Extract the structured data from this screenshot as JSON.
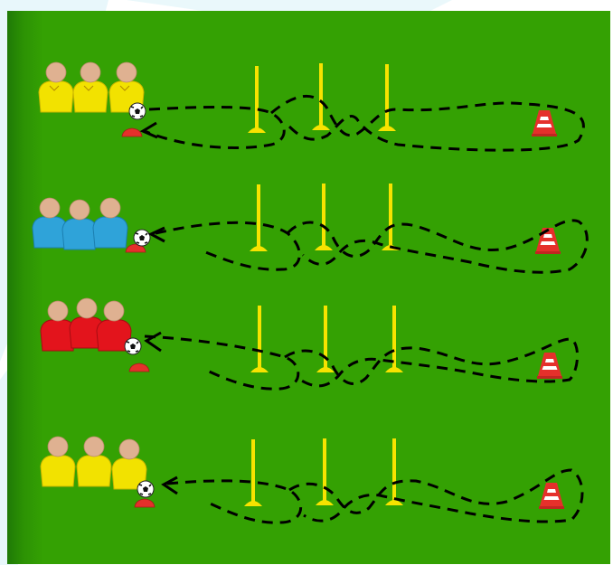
{
  "colors": {
    "pitch": "#34a103",
    "backdrop_tint": "#e4f6fb",
    "path": "#000000",
    "pole": "#f7e300",
    "cone_red": "#e5302b",
    "cone_white": "#ffffff",
    "skin": "#dfb191"
  },
  "drill": {
    "stations": [
      {
        "id": "station-1",
        "team_color": "#f2e200",
        "team_stroke": "#c9b500",
        "shirt_style": "referee-collar"
      },
      {
        "id": "station-2",
        "team_color": "#2fa3d9",
        "team_stroke": "#1b7fb0",
        "shirt_style": "plain"
      },
      {
        "id": "station-3",
        "team_color": "#e3141c",
        "team_stroke": "#a60d12",
        "shirt_style": "plain"
      },
      {
        "id": "station-4",
        "team_color": "#f2e200",
        "team_stroke": "#c9b500",
        "shirt_style": "plain"
      }
    ],
    "players_per_station": 3,
    "poles_per_station": 3,
    "end_cone_per_station": 1,
    "icons": [
      "player-icon",
      "soccer-ball-icon",
      "marker-disc-icon",
      "pole-icon",
      "cone-icon",
      "arrow-head-icon"
    ]
  }
}
